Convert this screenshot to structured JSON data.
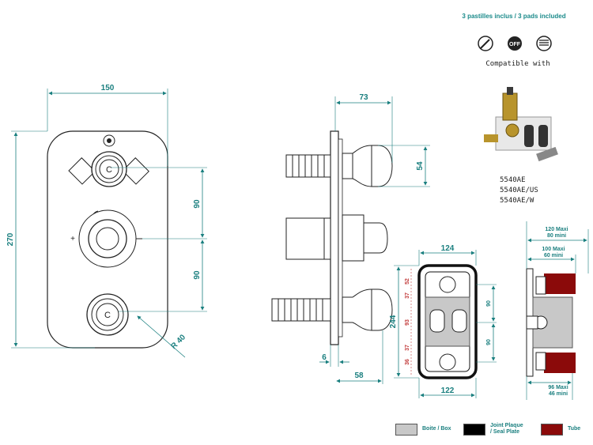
{
  "header": {
    "pads_text": "3 pastilles inclus / 3 pads included",
    "compatible_text": "Compatible with",
    "icons": [
      "handshower-icon",
      "off-icon",
      "overhead-shower-icon"
    ],
    "off_label": "OFF"
  },
  "models": [
    "5540AE",
    "5540AE/US",
    "5540AE/W"
  ],
  "front_view": {
    "width": "150",
    "height": "270",
    "spacing_top": "90",
    "spacing_bottom": "90",
    "radius": "R 40"
  },
  "side_view": {
    "depth": "73",
    "handle_height": "54",
    "plate": "6",
    "projection": "58"
  },
  "box_view": {
    "top_width": "124",
    "bottom_width": "122",
    "height": "244",
    "right_top": "90",
    "right_bottom": "90",
    "left_a": "52",
    "left_b": "37",
    "left_c": "93",
    "left_d": "37",
    "left_e": "36"
  },
  "depth_view": {
    "top_max": "120  Maxi",
    "top_min": "80 mini",
    "mid_max": "100  Maxi",
    "mid_min": "60 mini",
    "bottom_max": "96  Maxi",
    "bottom_min": "46 mini"
  },
  "legend": [
    {
      "label_1": "Boite / Box",
      "label_2": "",
      "color": "#c8c8c8"
    },
    {
      "label_1": "Joint Plaque",
      "label_2": "/ Seal Plate",
      "color": "#000000"
    },
    {
      "label_1": "Tube",
      "label_2": "",
      "color": "#8b0a0a"
    }
  ]
}
